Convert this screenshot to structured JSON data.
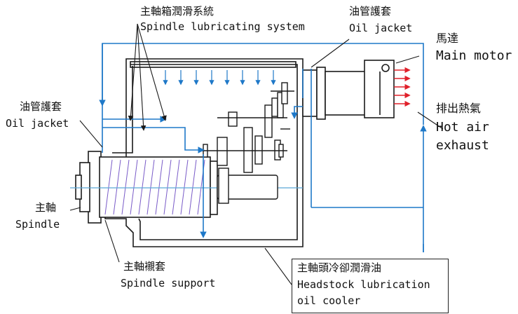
{
  "labels": {
    "spindle_lube_zh": "主軸箱潤滑系統",
    "spindle_lube_en": "Spindle lubricating system",
    "oil_jacket_top_zh": "油管護套",
    "oil_jacket_top_en": "Oil jacket",
    "main_motor_zh": "馬達",
    "main_motor_en": "Main motor",
    "hot_air_zh": "排出熱氣",
    "hot_air_en_1": "Hot air",
    "hot_air_en_2": "exhaust",
    "oil_jacket_left_zh": "油管護套",
    "oil_jacket_left_en": "Oil jacket",
    "spindle_zh": "主軸",
    "spindle_en": "Spindle",
    "spindle_support_zh": "主軸襯套",
    "spindle_support_en": "Spindle support",
    "cooler_zh": "主軸頭冷卻潤滑油",
    "cooler_en_1": "Headstock lubrication",
    "cooler_en_2": "oil cooler"
  },
  "colors": {
    "oil_line": "#1e78c8",
    "hot_air": "#e0202a",
    "outline": "#1a1a1a",
    "coil": "#7a5cc8",
    "shaft_line": "#5aa7d8"
  }
}
